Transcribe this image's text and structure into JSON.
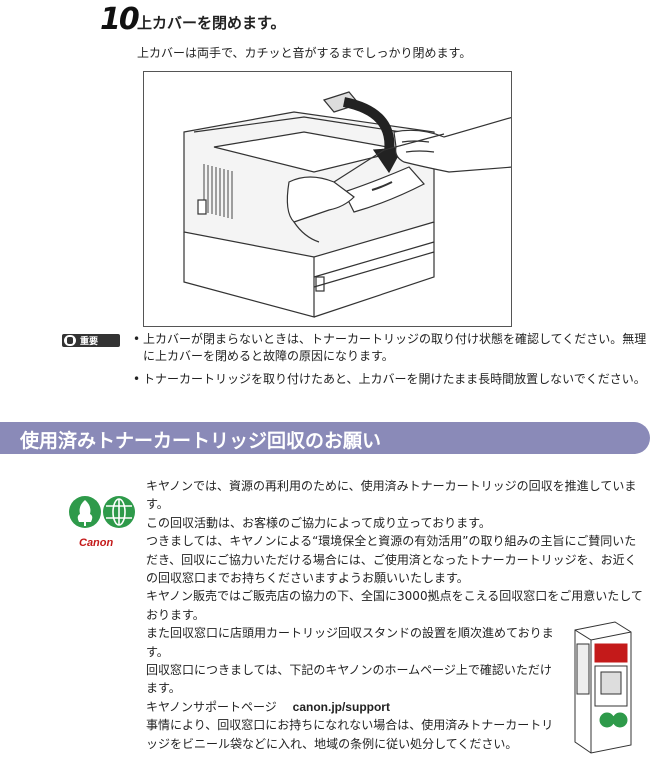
{
  "step": {
    "number": "10",
    "title": "上カバーを閉めます。",
    "description": "上カバーは両手で、カチッと音がするまでしっかり閉めます。"
  },
  "important": {
    "badge_label": "重要",
    "items": [
      "上カバーが閉まらないときは、トナーカートリッジの取り付け状態を確認してください。無理に上カバーを閉めると故障の原因になります。",
      "トナーカートリッジを取り付けたあと、上カバーを開けたまま長時間放置しないでください。"
    ]
  },
  "section": {
    "title": "使用済みトナーカートリッジ回収のお願い",
    "brand": "Canon",
    "paragraphs": [
      "キヤノンでは、資源の再利用のために、使用済みトナーカートリッジの回収を推進しています。",
      "この回収活動は、お客様のご協力によって成り立っております。",
      "つきましては、キヤノンによる“環境保全と資源の有効活用”の取り組みの主旨にご賛同いただき、回収にご協力いただける場合には、ご使用済となったトナーカートリッジを、お近くの回収窓口までお持ちくださいますようお願いいたします。",
      "キヤノン販売ではご販売店の協力の下、全国に3000拠点をこえる回収窓口をご用意いたしております。",
      "また回収窓口に店頭用カートリッジ回収スタンドの設置を順次進めております。",
      "回収窓口につきましては、下記のキヤノンのホームページ上で確認いただけます。"
    ],
    "support_label": "キヤノンサポートページ",
    "support_url": "canon.jp/support",
    "closing": "事情により、回収窓口にお持ちになれない場合は、使用済みトナーカートリッジをビニール袋などに入れ、地域の条例に従い処分してください。"
  },
  "colors": {
    "banner": "#8a8ab8",
    "logo_green": "#2e9a4a",
    "brand_red": "#c41a1a"
  }
}
